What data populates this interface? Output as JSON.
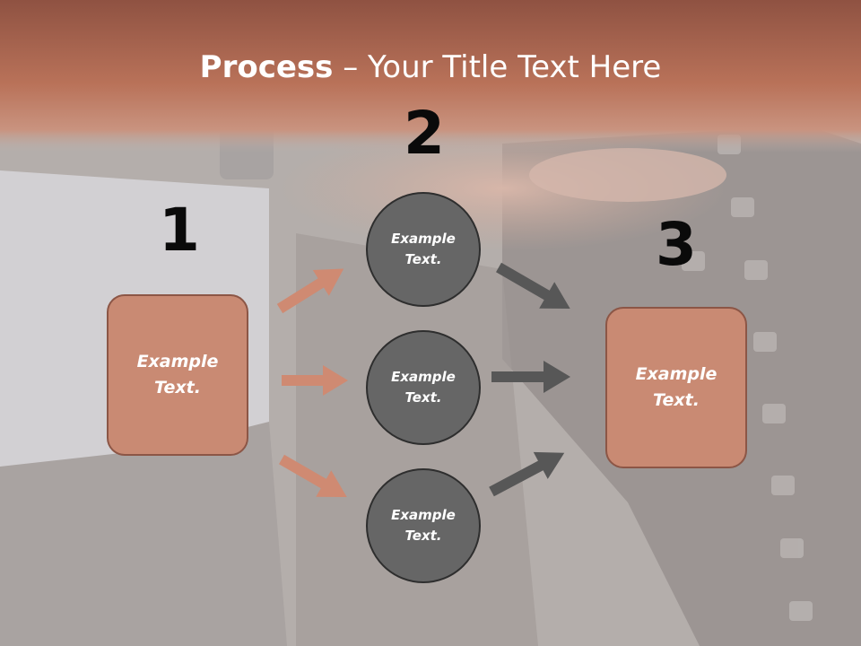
{
  "title": {
    "bold": "Process",
    "dash": " – ",
    "rest": "Your Title Text Here"
  },
  "steps": {
    "one": "1",
    "two": "2",
    "three": "3"
  },
  "nodes": {
    "left_box": "Example\nText.",
    "circle_top": "Example\nText.",
    "circle_mid": "Example\nText.",
    "circle_bottom": "Example\nText.",
    "right_box": "Example\nText."
  },
  "colors": {
    "header_band": "#b16e57",
    "box_fill": "#c98a73",
    "box_border": "#8c5646",
    "circle_fill": "#666666",
    "circle_border": "#2e2e2e",
    "arrow_salmon": "#cf8a72",
    "arrow_dark": "#575757"
  },
  "icons": {
    "arrow": "right-arrow-icon"
  }
}
